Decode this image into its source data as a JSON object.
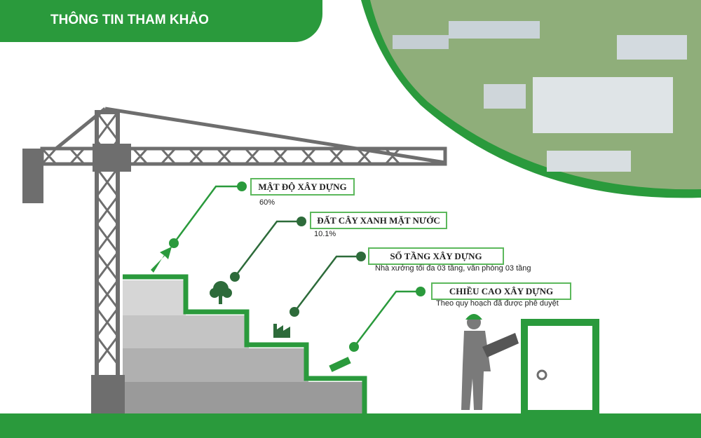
{
  "header": {
    "title": "THÔNG TIN THAM KHẢO"
  },
  "items": [
    {
      "label": "MẬT ĐỘ XÂY DỰNG",
      "value": "60%",
      "icon": "arrow-up-icon"
    },
    {
      "label": "ĐẤT CÂY XANH MẶT NƯỚC",
      "value": "10.1%",
      "icon": "tree-icon"
    },
    {
      "label": "SỐ TẦNG XÂY DỰNG",
      "value": "Nhà xưởng tối đa 03 tầng, văn phòng 03 tầng",
      "icon": "factory-icon"
    },
    {
      "label": "CHIỀU CAO XÂY DỰNG",
      "value": "Theo quy hoạch đã được phê duyệt",
      "icon": "ruler-icon"
    }
  ],
  "colors": {
    "green": "#2a9a3c",
    "dark_green": "#2d6b3a",
    "gray": "#6e6e6e"
  }
}
